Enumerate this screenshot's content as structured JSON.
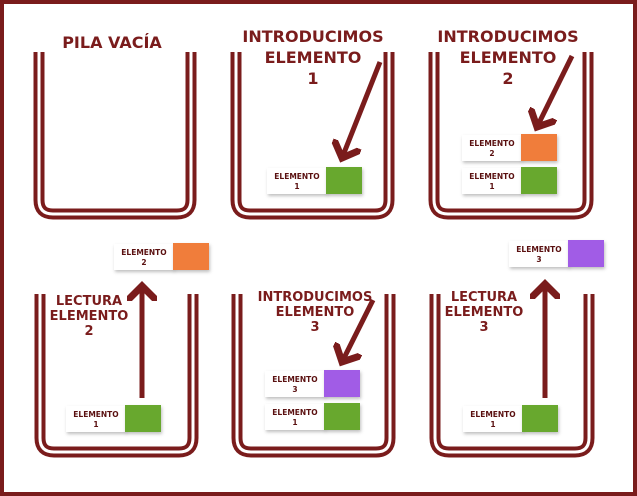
{
  "colors": {
    "frame": "#7a1c1c",
    "element_1": "#67a82e",
    "element_2": "#f07d3a",
    "element_3": "#a15ce6"
  },
  "panels": [
    {
      "title": [
        "PILA VACÍA"
      ]
    },
    {
      "title": [
        "INTRODUCIMOS",
        "ELEMENTO",
        "1"
      ]
    },
    {
      "title": [
        "INTRODUCIMOS",
        "ELEMENTO",
        "2"
      ]
    },
    {
      "title": [
        "LECTURA",
        "ELEMENTO",
        "2"
      ]
    },
    {
      "title": [
        "INTRODUCIMOS",
        "ELEMENTO",
        "3"
      ]
    },
    {
      "title": [
        "LECTURA",
        "ELEMENTO",
        "3"
      ]
    }
  ],
  "element_word": "ELEMENTO",
  "element_numbers": {
    "one": "1",
    "two": "2",
    "three": "3"
  }
}
